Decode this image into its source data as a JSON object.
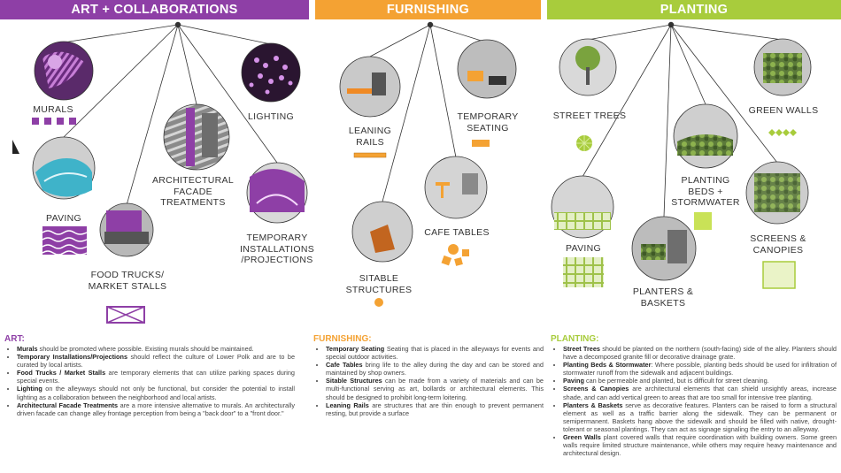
{
  "colors": {
    "art": "#8e3fa6",
    "furnishing": "#f4a233",
    "planting": "#a8cc3c",
    "line": "#333333"
  },
  "headers": {
    "art": "ART + COLLABORATIONS",
    "furnishing": "FURNISHING",
    "planting": "PLANTING"
  },
  "labels": {
    "murals": "MURALS",
    "paving_art": "PAVING",
    "food_trucks": "FOOD TRUCKS/\nMARKET STALLS",
    "facade": "ARCHITECTURAL\nFACADE\nTREATMENTS",
    "lighting": "LIGHTING",
    "installations": "TEMPORARY\nINSTALLATIONS\n/PROJECTIONS",
    "leaning_rails": "LEANING\nRAILS",
    "temp_seating": "TEMPORARY\nSEATING",
    "cafe_tables": "CAFE TABLES",
    "sitable": "SITABLE\nSTRUCTURES",
    "street_trees": "STREET TREES",
    "green_walls": "GREEN WALLS",
    "planting_beds": "PLANTING\nBEDS +\nSTORMWATER",
    "paving_plant": "PAVING",
    "screens": "SCREENS &\nCANOPIES",
    "planters": "PLANTERS &\nBASKETS"
  },
  "sections": {
    "art": {
      "title": "ART:",
      "items": [
        {
          "term": "Murals",
          "text": " should be promoted where possible. Existing murals should be maintained."
        },
        {
          "term": "Temporary Installations/Projections",
          "text": " should reflect the culture of Lower Polk and are to be curated by local artists."
        },
        {
          "term": "Food Trucks / Market Stalls",
          "text": " are temporary elements that can utilize parking spaces during special events."
        },
        {
          "term": "Lighting",
          "text": " on the alleyways should not only be functional, but consider the potential to install lighting as a collaboration between the neighborhood and local artists."
        },
        {
          "term": "Architectural Facade Treatments",
          "text": " are a more intensive alternative to murals. An architecturally driven facade can change alley frontage perception from being a \"back door\" to a \"front door.\""
        }
      ]
    },
    "furnishing": {
      "title": "FURNISHING:",
      "items": [
        {
          "term": "Temporary Seating",
          "text": " Seating that is placed in the alleyways for events and special outdoor activities."
        },
        {
          "term": "Cafe Tables",
          "text": " bring life to the alley during the day and can be stored and maintained by shop owners."
        },
        {
          "term": "Sitable Structures",
          "text": " can be made from a variety of materials and can be multi-functional serving as art, bollards or architectural elements. This should be designed to prohibit long-term loitering."
        },
        {
          "term": "Leaning Rails",
          "text": " are structures that are thin enough to prevent permanent resting, but provide a surface"
        }
      ]
    },
    "planting": {
      "title": "PLANTING:",
      "items": [
        {
          "term": "Street Trees",
          "text": " should be planted on the northern (south-facing) side of the alley. Planters should have a decomposed granite fill or decorative drainage grate."
        },
        {
          "term": "Planting Beds & Stormwater",
          "text": ": Where possible, planting beds should be used for infiltration of stormwater runoff from the sidewalk and adjacent buildings."
        },
        {
          "term": "Paving",
          "text": " can be permeable and planted, but is difficult for street cleaning."
        },
        {
          "term": "Screens & Canopies",
          "text": " are architectural elements that can shield unsightly areas, increase shade, and can add vertical green to areas that are too small for intensive tree planting."
        },
        {
          "term": "Planters & Baskets",
          "text": " serve as decorative features. Planters can be raised to form a structural element as well as a traffic barrier along the sidewalk. They can be permanent or semipermanent. Baskets hang above the sidewalk and should be filled with native, drought-tolerant or seasonal plantings. They can act as signage signaling the entry to an alleyway."
        },
        {
          "term": "Green Walls",
          "text": " plant covered walls that require coordination with building owners. Some green walls require limited structure maintenance, while others may require heavy maintenance and architectural design."
        }
      ]
    }
  }
}
